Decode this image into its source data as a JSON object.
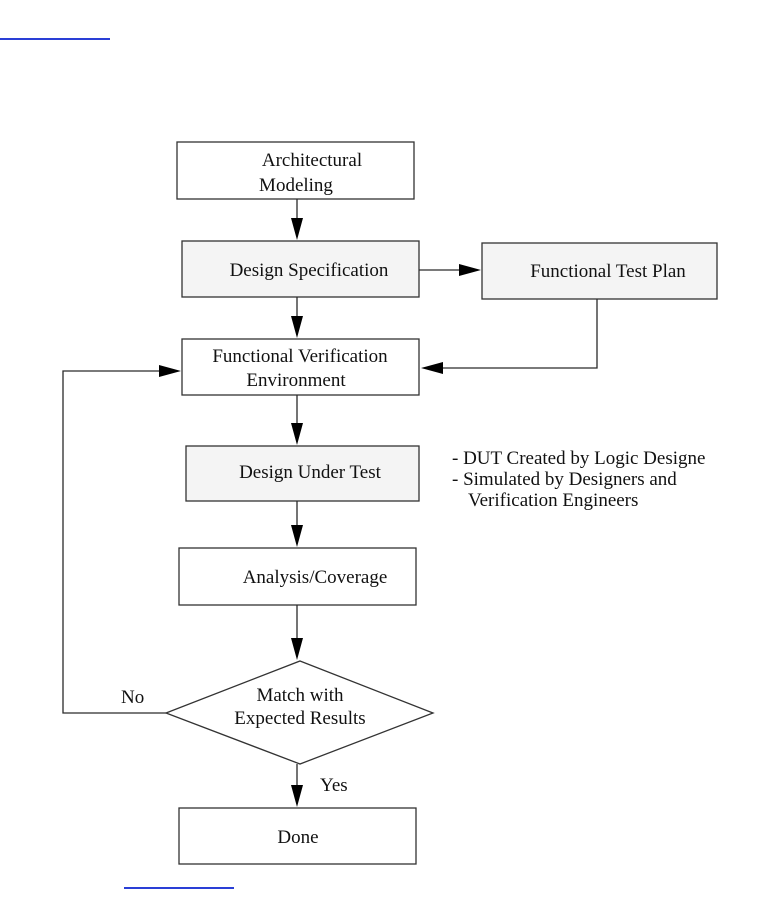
{
  "diagram": {
    "nodes": {
      "arch": {
        "lines": [
          "Architectural",
          "Modeling"
        ]
      },
      "spec": {
        "lines": [
          "Design Specification"
        ]
      },
      "plan": {
        "lines": [
          "Functional Test Plan"
        ]
      },
      "env": {
        "lines": [
          "Functional Verification",
          "Environment"
        ]
      },
      "dut": {
        "lines": [
          "Design Under Test"
        ]
      },
      "analysis": {
        "lines": [
          "Analysis/Coverage"
        ]
      },
      "match": {
        "lines": [
          "Match with",
          "Expected Results"
        ]
      },
      "done": {
        "lines": [
          "Done"
        ]
      }
    },
    "edges": [
      {
        "from": "arch",
        "to": "spec"
      },
      {
        "from": "spec",
        "to": "plan"
      },
      {
        "from": "spec",
        "to": "env"
      },
      {
        "from": "plan",
        "to": "env"
      },
      {
        "from": "env",
        "to": "dut"
      },
      {
        "from": "dut",
        "to": "analysis"
      },
      {
        "from": "analysis",
        "to": "match"
      },
      {
        "from": "match",
        "to": "env",
        "label": "No"
      },
      {
        "from": "match",
        "to": "done",
        "label": "Yes"
      }
    ],
    "notes": [
      "- DUT Created by Logic Designe",
      "- Simulated by Designers and",
      "Verification Engineers"
    ],
    "colors": {
      "box_fill": "#ffffff",
      "box_fill_shaded": "#f4f4f4",
      "stroke": "#333333",
      "link": "#2a3fd6"
    }
  }
}
